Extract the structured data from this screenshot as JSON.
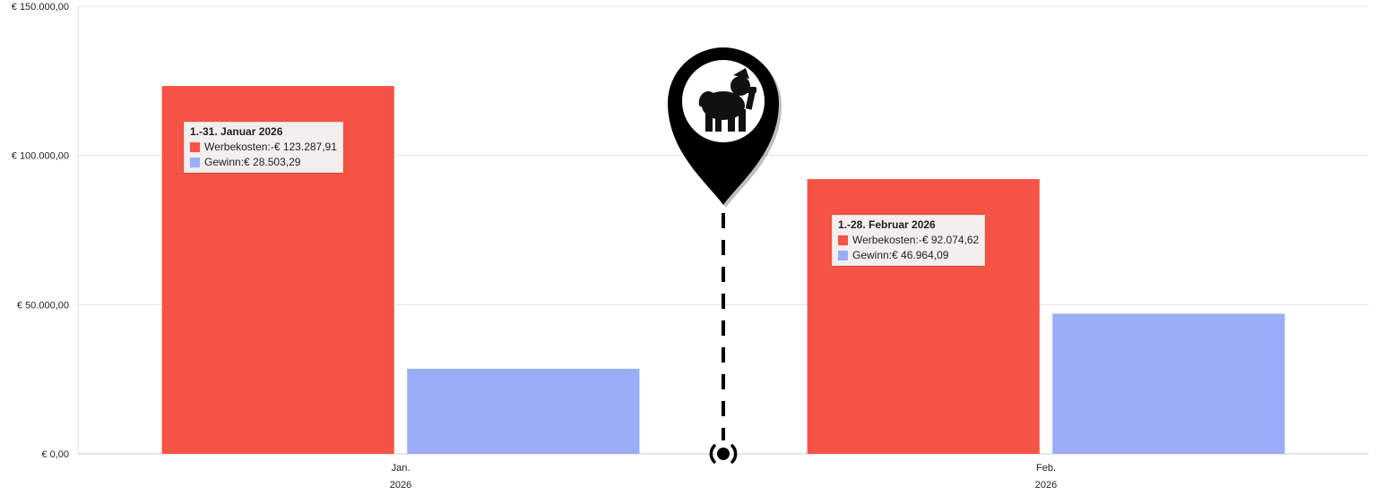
{
  "chart_data": {
    "type": "bar",
    "categories": [
      {
        "month": "Jan.",
        "year": "2026"
      },
      {
        "month": "Feb.",
        "year": "2026"
      }
    ],
    "series": [
      {
        "name": "Werbekosten",
        "color": "#f55345",
        "values": [
          123287.91,
          92074.62
        ]
      },
      {
        "name": "Gewinn",
        "color": "#9aadf6",
        "values": [
          28503.29,
          46964.09
        ]
      }
    ],
    "ylim": [
      0,
      150000
    ],
    "yticks": [
      {
        "value": 0,
        "label": "€ 0,00"
      },
      {
        "value": 50000,
        "label": "€ 50.000,00"
      },
      {
        "value": 100000,
        "label": "€ 100.000,00"
      },
      {
        "value": 150000,
        "label": "€ 150.000,00"
      }
    ],
    "grid": true,
    "legend": "none",
    "tooltips": [
      {
        "title": "1.-31. Januar 2026",
        "rows": [
          {
            "name": "Werbekosten",
            "value": "-€ 123.287,91",
            "color": "#f55345"
          },
          {
            "name": "Gewinn",
            "value": "€ 28.503,29",
            "color": "#9aadf6"
          }
        ]
      },
      {
        "title": "1.-28. Februar 2026",
        "rows": [
          {
            "name": "Werbekosten",
            "value": "-€ 92.074,62",
            "color": "#f55345"
          },
          {
            "name": "Gewinn",
            "value": "€ 46.964,09",
            "color": "#9aadf6"
          }
        ]
      }
    ]
  },
  "marker": {
    "icon": "gorilla-icon",
    "pin_color": "#000000"
  }
}
